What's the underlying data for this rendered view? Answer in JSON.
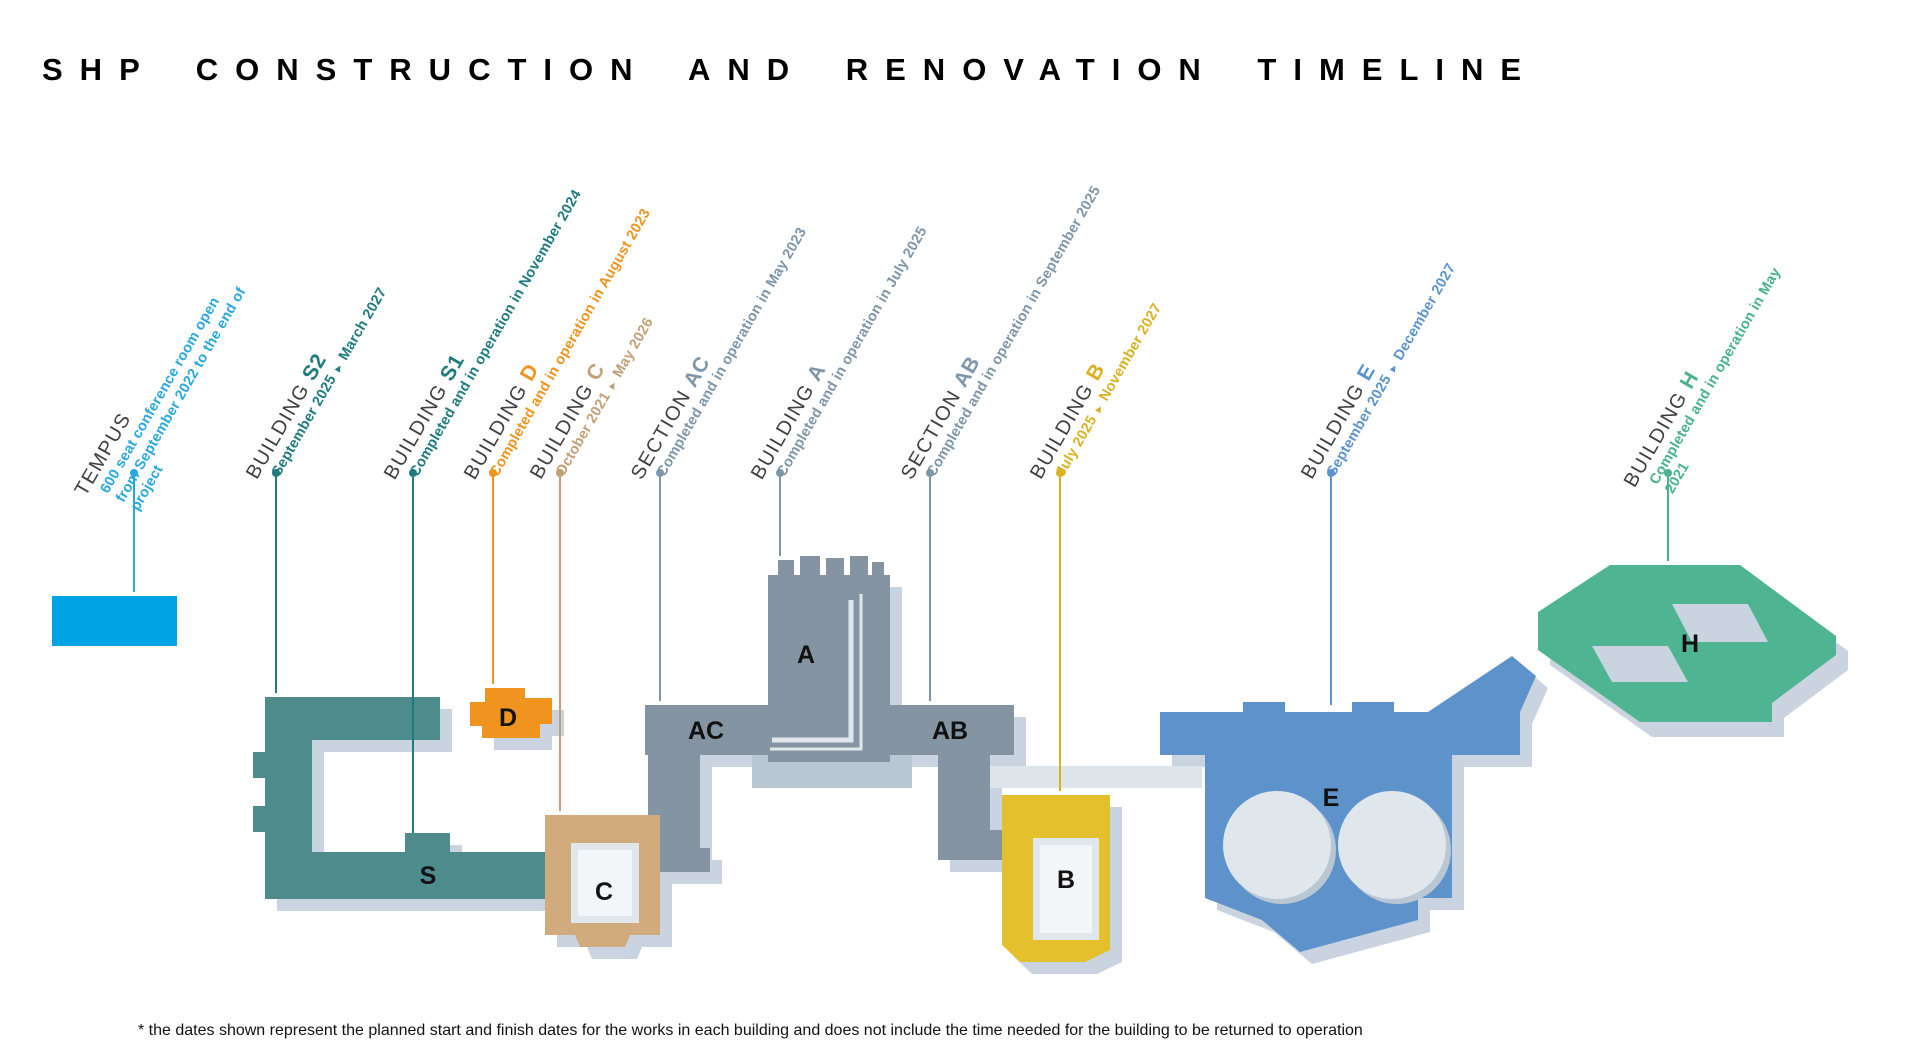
{
  "title": "SHP CONSTRUCTION AND RENOVATION TIMELINE",
  "footer": "* the dates shown represent the planned start and finish dates for the works in each building and does not include the time needed for the building to be returned to operation",
  "icons": {
    "arrow": "▸"
  },
  "palette": {
    "tempus_blue": "#29a8e0",
    "teal": "#1e7b7e",
    "orange": "#f0931f",
    "tan": "#c2a075",
    "slate": "#7d96a9",
    "yellow": "#d9b121",
    "blue": "#5b93ce",
    "green": "#49b38d",
    "building_teal": "#4d8b8c",
    "building_orange": "#f0941f",
    "building_tan": "#d1ab7d",
    "building_gray": "#8494a3",
    "building_yellow": "#e4c02d",
    "building_blue": "#5e92cb",
    "building_green": "#4fb492",
    "building_tempus": "#00a3e4",
    "shadow": "#c9d4e0",
    "inner_light": "#dfe6ec"
  },
  "labels": {
    "tempus": {
      "name": "TEMPUS",
      "info": [
        "600 seat conference room open",
        "from September 2022 to the end of",
        "project"
      ]
    },
    "s2": {
      "name": "BUILDING",
      "suffix": "S2",
      "start": "September 2025",
      "end": "March 2027"
    },
    "s1": {
      "name": "BUILDING",
      "suffix": "S1",
      "info": "Completed and in operation in November 2024"
    },
    "d": {
      "name": "BUILDING",
      "suffix": "D",
      "info": "Completed and in operation in August 2023"
    },
    "c": {
      "name": "BUILDING",
      "suffix": "C",
      "start": "October 2021",
      "end": "May 2026"
    },
    "ac": {
      "name": "SECTION",
      "suffix": "AC",
      "info": "Completed and in operation in May 2023"
    },
    "a": {
      "name": "BUILDING",
      "suffix": "A",
      "info": "Completed and in operation in July 2025"
    },
    "ab": {
      "name": "SECTION",
      "suffix": "AB",
      "info": "Completed and in operation in September 2025"
    },
    "b": {
      "name": "BUILDING",
      "suffix": "B",
      "start": "July 2025",
      "end": "November 2027"
    },
    "e": {
      "name": "BUILDING",
      "suffix": "E",
      "start": "September 2025",
      "end": "December 2027"
    },
    "h": {
      "name": "BUILDING",
      "suffix": "H",
      "info": [
        "Completed and in operation in May",
        "2021"
      ]
    }
  },
  "buildings": {
    "letters": {
      "a": "A",
      "ab": "AB",
      "ac": "AC",
      "b": "B",
      "c": "C",
      "d": "D",
      "e": "E",
      "h": "H",
      "s": "S"
    }
  }
}
